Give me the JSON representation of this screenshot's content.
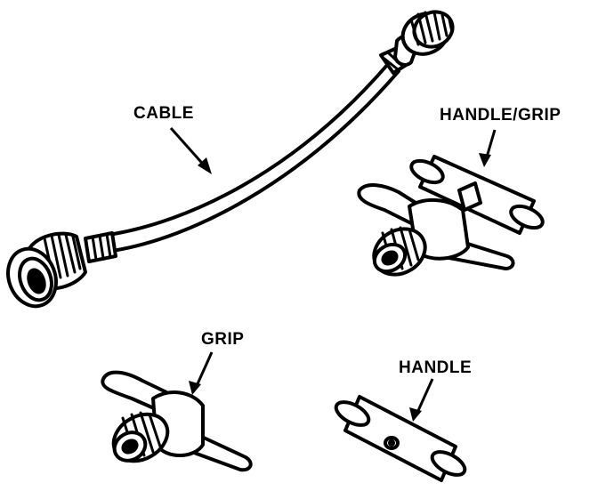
{
  "labels": {
    "cable": "CABLE",
    "handle_grip": "HANDLE/GRIP",
    "grip": "GRIP",
    "handle": "HANDLE"
  }
}
